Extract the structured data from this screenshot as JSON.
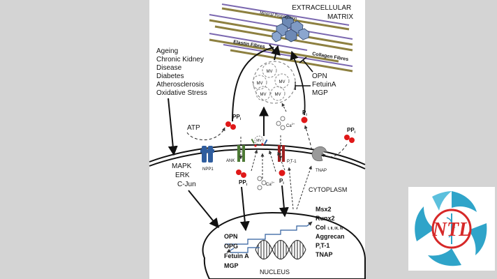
{
  "labels": {
    "extracellular_matrix": [
      "EXTRACELLULAR",
      "MATRIX"
    ],
    "mineral_propagation": "Mineral Propagation",
    "elastin_fibres": "Elastin Fibres",
    "collagen_fibres": "Collagen Fibres",
    "risk_factors": [
      "Ageing",
      "Chronic Kidney",
      "Disease",
      "Diabetes",
      "Atherosclerosis",
      "Oxidative Stress"
    ],
    "inhibitors": [
      "OPN",
      "FetuinA",
      "MGP"
    ],
    "mv": "MV",
    "atp": "ATP",
    "ppi": "PP",
    "ppi_sub": "i",
    "pi": "P",
    "pi_sub": "i",
    "ca": "Ca",
    "ca_sup": "2+",
    "npp1": "NPP1",
    "ank": "ANK",
    "pit1": "P",
    "pit1_sub": "i",
    "pit1_tail": "T-1",
    "tnap": "TNAP",
    "signaling": [
      "MAPK",
      "ERK",
      "C-Jun"
    ],
    "cytoplasm": "CYTOPLASM",
    "nucleus": "NUCLEUS",
    "genes_left": [
      "OPN",
      "OPG",
      "Fetuin A",
      "MGP"
    ],
    "genes_right": [
      "Msx2",
      "Runx2",
      "Col",
      "Aggrecan",
      "P",
      "TNAP"
    ],
    "col_types": "I, II, IX, XI",
    "pit1_gene_sub": "i",
    "pit1_gene_tail": "T-1"
  },
  "logo": {
    "text": "NTL"
  },
  "colors": {
    "phosphate_red": "#e01818",
    "elastin": "#7b68b0",
    "collagen": "#8d8040",
    "npp1_blue": "#2f5d9e",
    "ank_green": "#4d7a35",
    "pit1_red": "#a02020",
    "logo_teal": "#2fa4c9",
    "logo_red": "#d62828",
    "crystal": "#6d89b5"
  }
}
